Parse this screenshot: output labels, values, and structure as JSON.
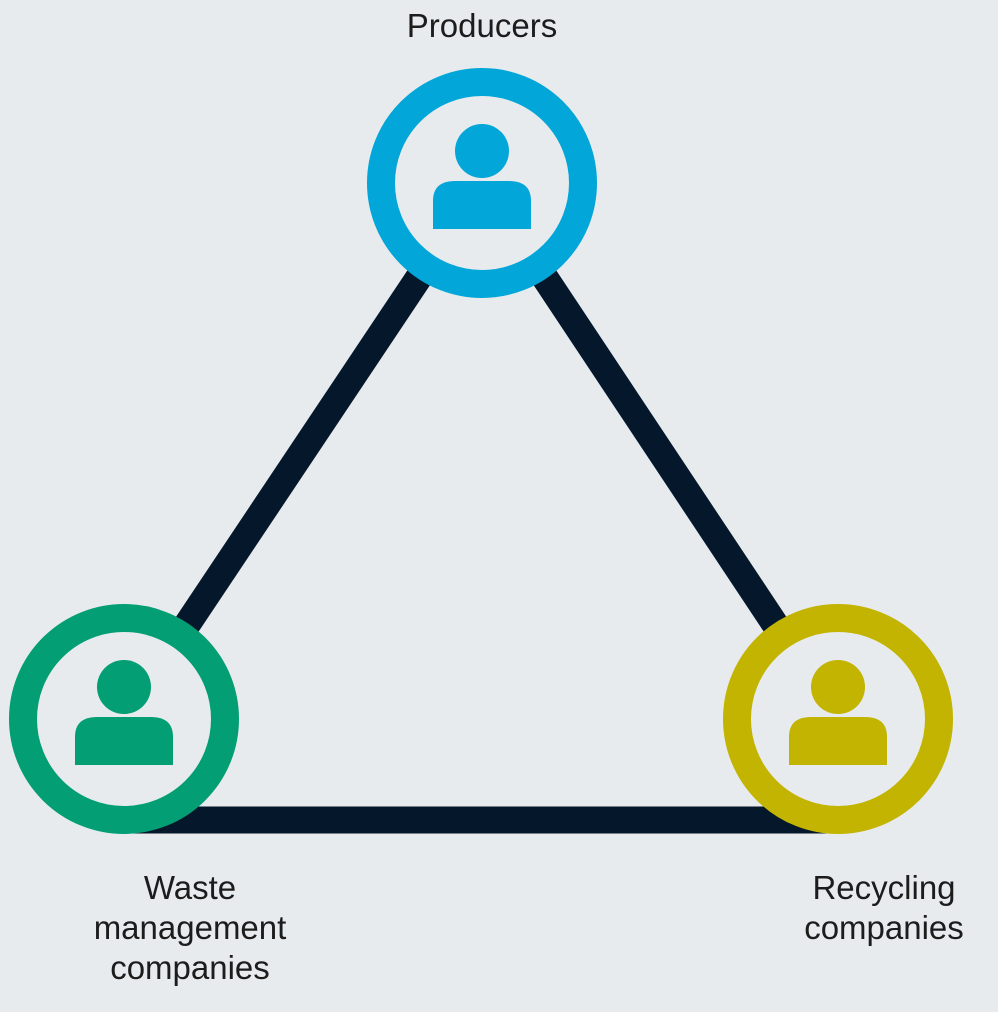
{
  "diagram": {
    "nodes": [
      {
        "id": "producers",
        "label_lines": [
          "Producers"
        ],
        "color": "#03a6d8",
        "icon": "person-icon"
      },
      {
        "id": "waste-management",
        "label_lines": [
          "Waste",
          "management",
          "companies"
        ],
        "color": "#039e74",
        "icon": "person-icon"
      },
      {
        "id": "recycling",
        "label_lines": [
          "Recycling",
          "companies"
        ],
        "color": "#c2b400",
        "icon": "person-icon"
      }
    ],
    "connector_color": "#04172b",
    "background_color": "#e7ebee"
  }
}
